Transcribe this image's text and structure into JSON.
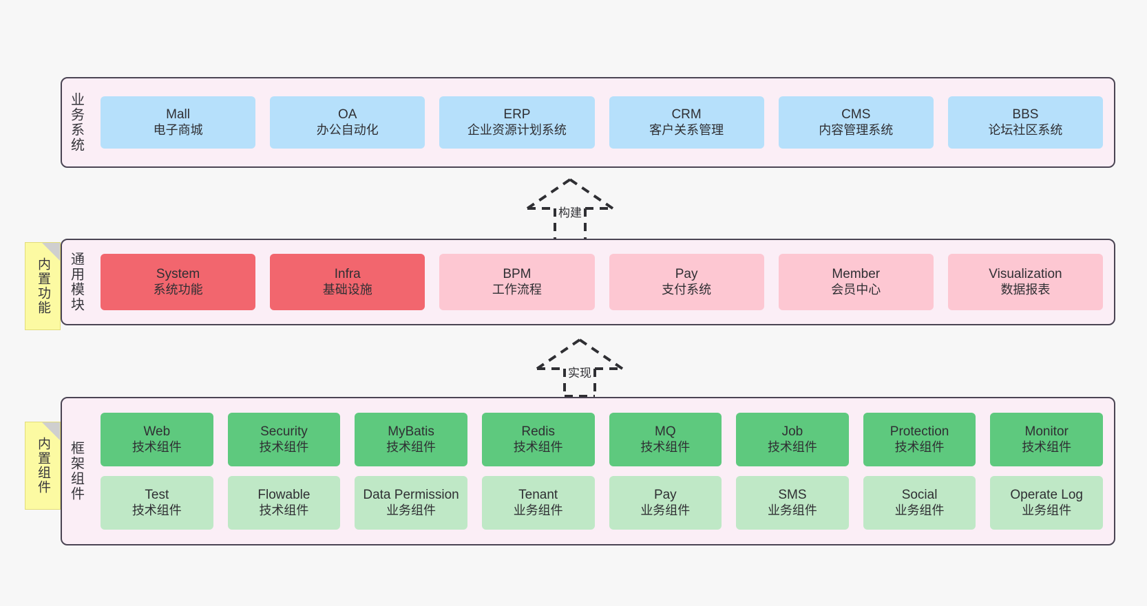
{
  "diagram": {
    "background": "#f7f7f7",
    "layers": [
      {
        "id": "business-systems",
        "title": "业务系统",
        "rows": [
          {
            "style": "biz",
            "cards": [
              {
                "en": "Mall",
                "cn": "电子商城"
              },
              {
                "en": "OA",
                "cn": "办公自动化"
              },
              {
                "en": "ERP",
                "cn": "企业资源计划系统"
              },
              {
                "en": "CRM",
                "cn": "客户关系管理"
              },
              {
                "en": "CMS",
                "cn": "内容管理系统"
              },
              {
                "en": "BBS",
                "cn": "论坛社区系统"
              }
            ]
          }
        ]
      },
      {
        "id": "common-modules",
        "title": "通用模块",
        "note": "内置功能",
        "rows": [
          {
            "style": "mod",
            "cards": [
              {
                "en": "System",
                "cn": "系统功能",
                "accent": true
              },
              {
                "en": "Infra",
                "cn": "基础设施",
                "accent": true
              },
              {
                "en": "BPM",
                "cn": "工作流程"
              },
              {
                "en": "Pay",
                "cn": "支付系统"
              },
              {
                "en": "Member",
                "cn": "会员中心"
              },
              {
                "en": "Visualization",
                "cn": "数据报表"
              }
            ]
          }
        ]
      },
      {
        "id": "framework-components",
        "title": "框架组件",
        "note": "内置组件",
        "rows": [
          {
            "style": "fw",
            "cards": [
              {
                "en": "Web",
                "cn": "技术组件"
              },
              {
                "en": "Security",
                "cn": "技术组件"
              },
              {
                "en": "MyBatis",
                "cn": "技术组件"
              },
              {
                "en": "Redis",
                "cn": "技术组件"
              },
              {
                "en": "MQ",
                "cn": "技术组件"
              },
              {
                "en": "Job",
                "cn": "技术组件"
              },
              {
                "en": "Protection",
                "cn": "技术组件"
              },
              {
                "en": "Monitor",
                "cn": "技术组件"
              }
            ]
          },
          {
            "style": "fw2",
            "cards": [
              {
                "en": "Test",
                "cn": "技术组件"
              },
              {
                "en": "Flowable",
                "cn": "技术组件"
              },
              {
                "en": "Data Permission",
                "cn": "业务组件"
              },
              {
                "en": "Tenant",
                "cn": "业务组件"
              },
              {
                "en": "Pay",
                "cn": "业务组件"
              },
              {
                "en": "SMS",
                "cn": "业务组件"
              },
              {
                "en": "Social",
                "cn": "业务组件"
              },
              {
                "en": "Operate Log",
                "cn": "业务组件"
              }
            ]
          }
        ]
      }
    ],
    "connectors": [
      {
        "id": "build",
        "label": "构建"
      },
      {
        "id": "implement",
        "label": "实现"
      }
    ],
    "colors": {
      "layer_fill": "#fbeef6",
      "layer_border": "#4a4453",
      "business_card": "#b6e0fb",
      "module_card": "#fdc7d2",
      "module_card_accent": "#f2666e",
      "framework_tech_card": "#5ec97e",
      "framework_biz_card": "#bfe8c6",
      "note_fill": "#fcfaa2",
      "connector": "#2f2f33"
    }
  }
}
